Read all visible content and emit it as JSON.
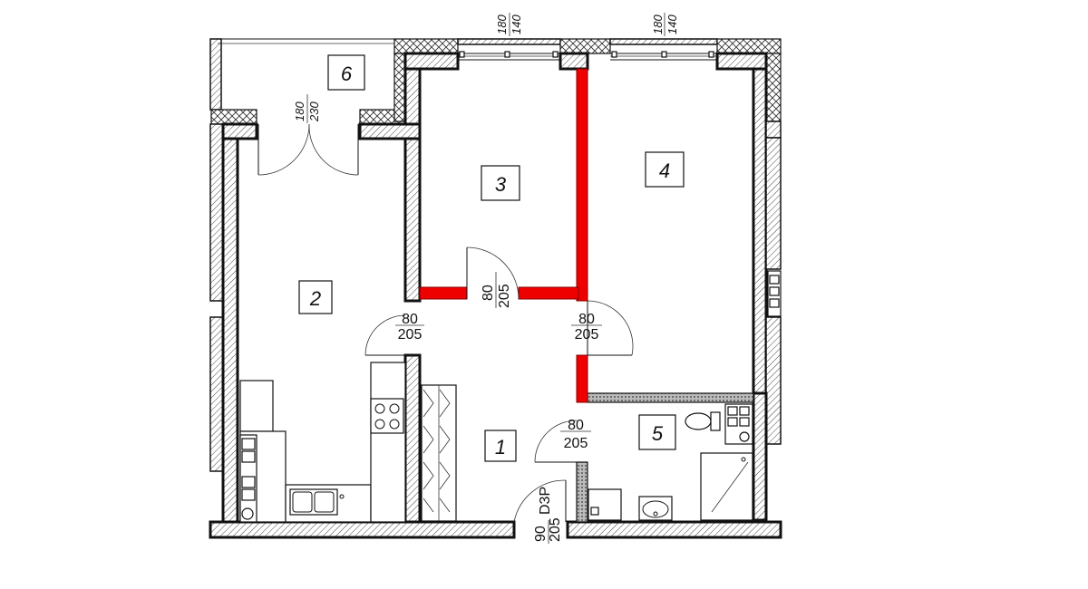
{
  "rooms": [
    {
      "id": "room-1",
      "label": "1"
    },
    {
      "id": "room-2",
      "label": "2"
    },
    {
      "id": "room-3",
      "label": "3"
    },
    {
      "id": "room-4",
      "label": "4"
    },
    {
      "id": "room-5",
      "label": "5"
    },
    {
      "id": "room-6",
      "label": "6"
    }
  ],
  "windows": {
    "top_left": {
      "width": "180",
      "height": "140"
    },
    "top_right": {
      "width": "180",
      "height": "140"
    }
  },
  "doors": {
    "balcony": {
      "width": "180",
      "height": "230"
    },
    "room2": {
      "width": "80",
      "height": "205"
    },
    "room3": {
      "width": "80",
      "height": "205"
    },
    "room4": {
      "width": "80",
      "height": "205"
    },
    "bathroom": {
      "width": "80",
      "height": "205"
    },
    "entrance": {
      "width": "90",
      "height": "205",
      "code": "D3P"
    }
  }
}
